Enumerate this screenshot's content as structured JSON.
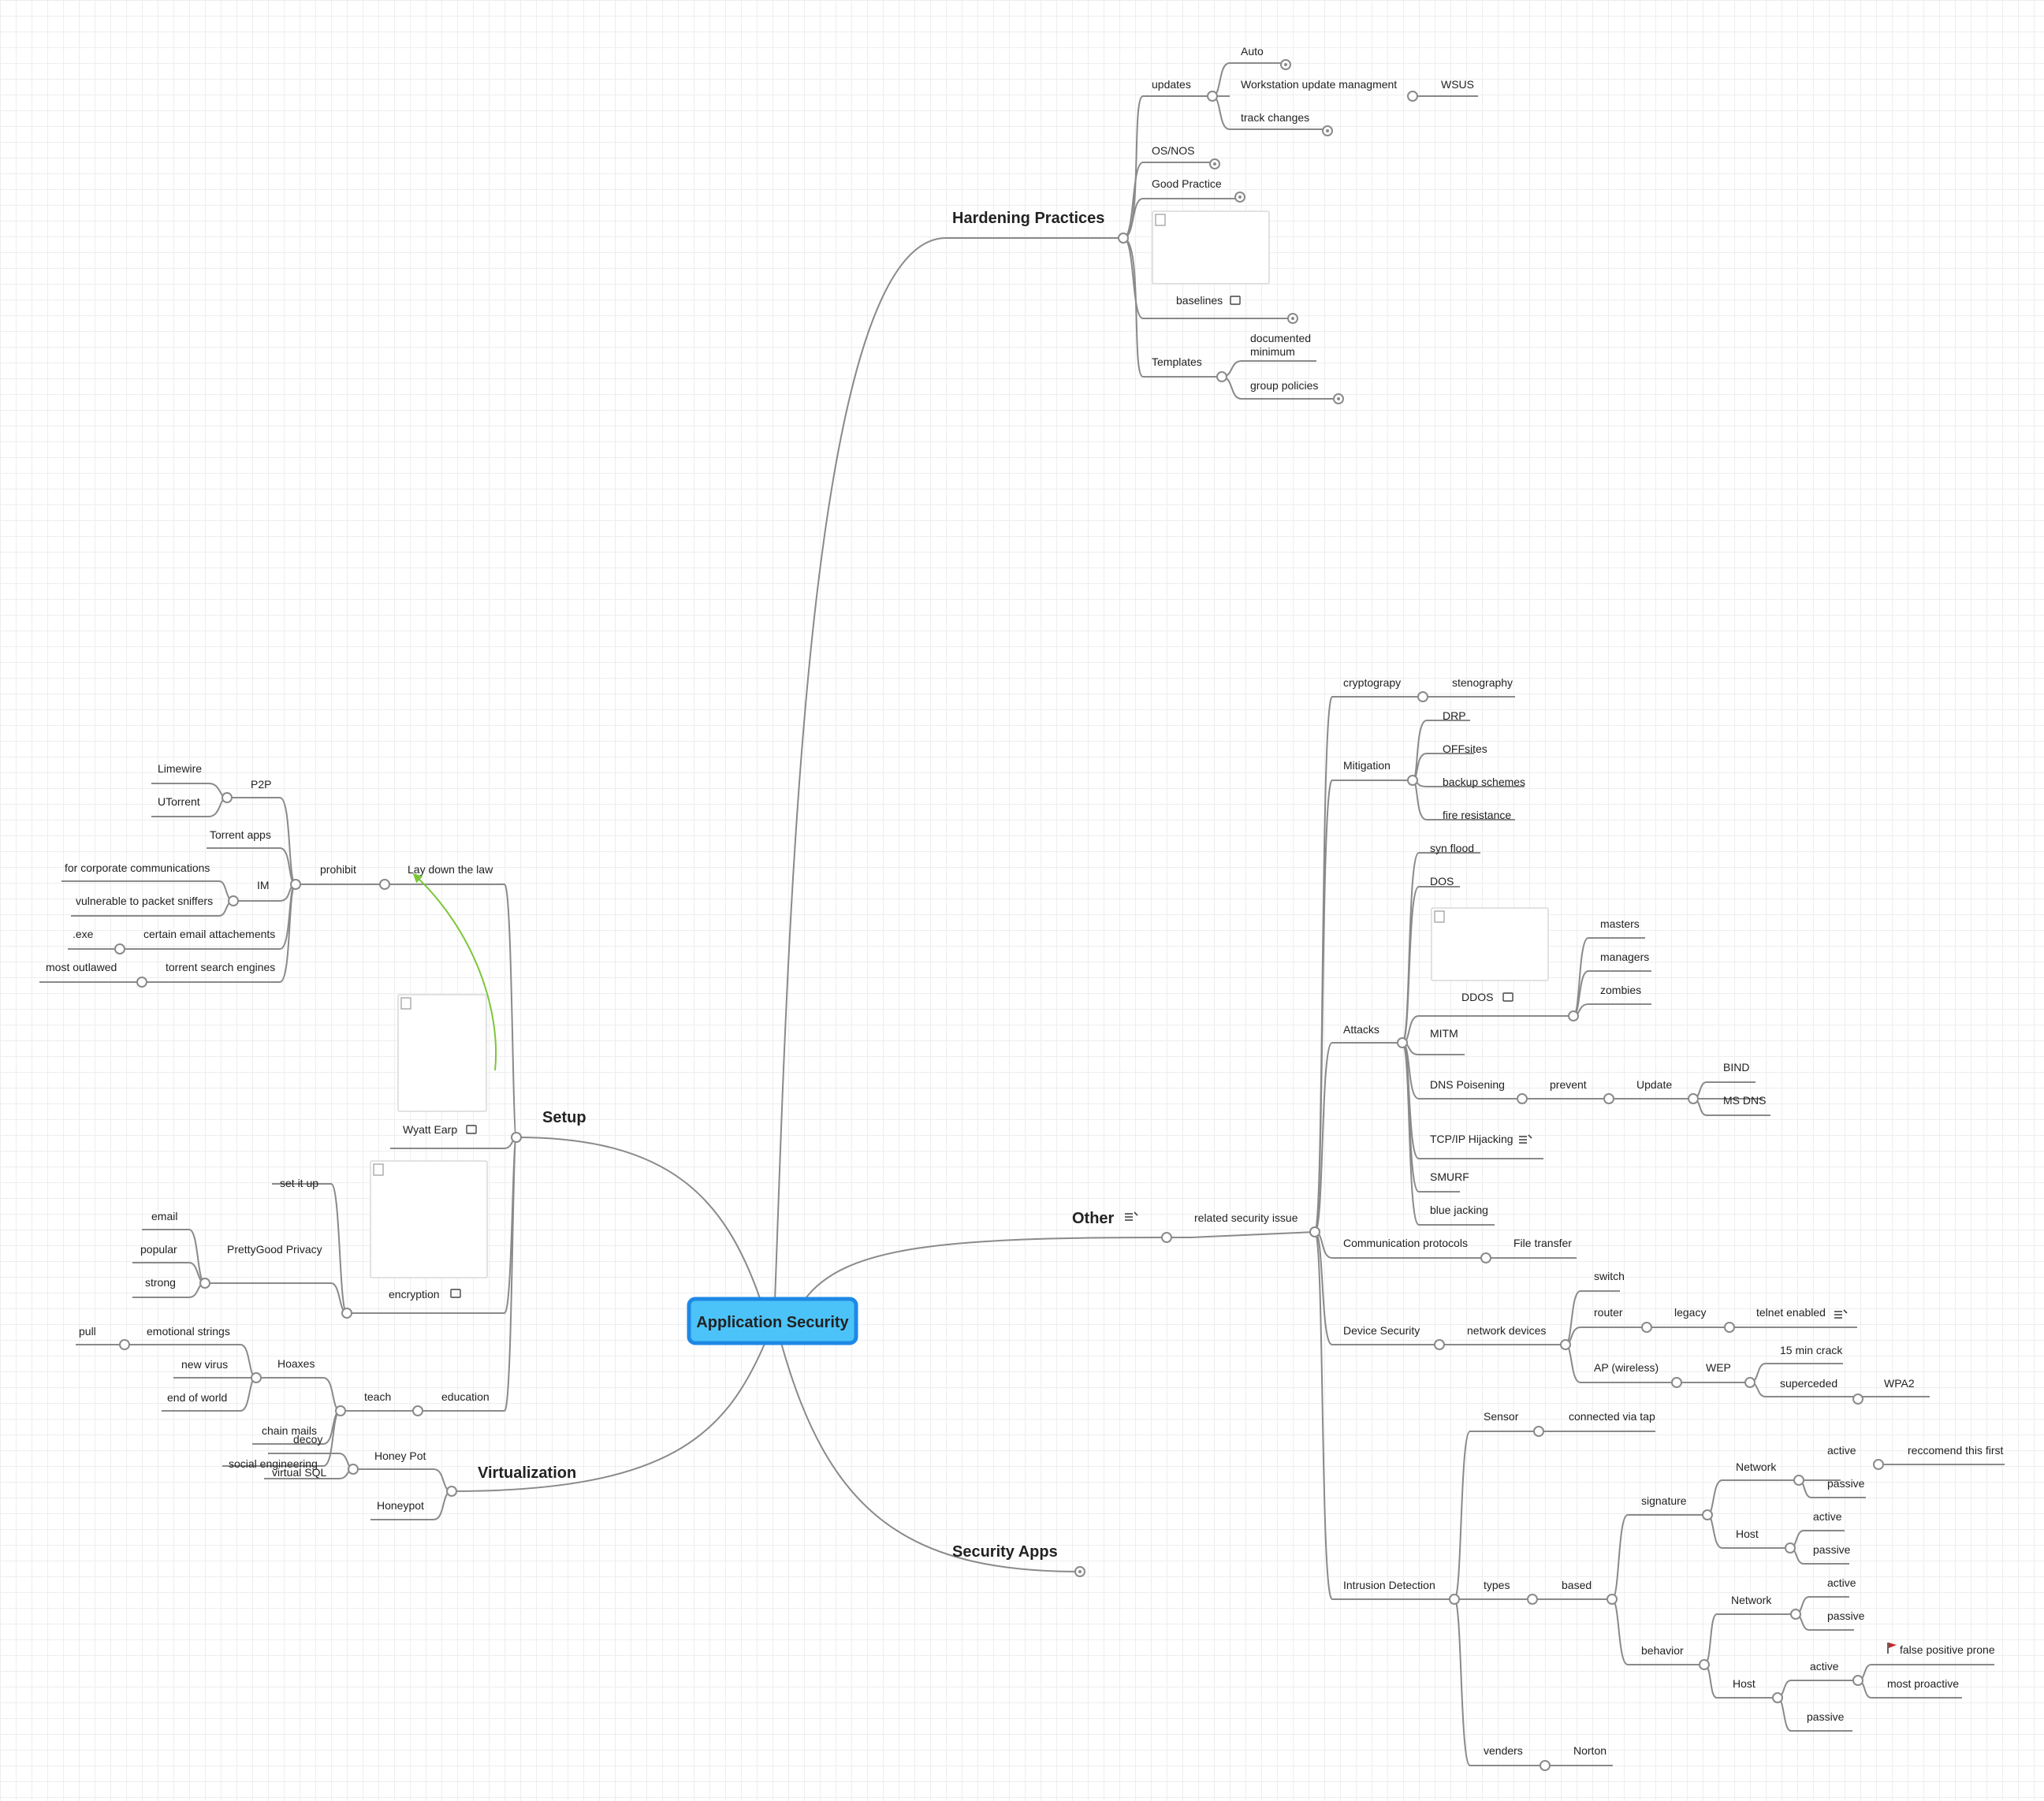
{
  "root": {
    "label": "Application Security"
  },
  "colors": {
    "root_fill": "#4cc3f8",
    "root_border": "#1e88e5",
    "line": "#8a8a8a",
    "link": "#7cc63a"
  },
  "hp": {
    "title": "Hardening Practices",
    "updates": "updates",
    "auto": "Auto",
    "wum": "Workstation update managment",
    "wsus": "WSUS",
    "track": "track changes",
    "os": "OS/NOS",
    "good": "Good Practice",
    "baselines": "baselines",
    "templates": "Templates",
    "doc1": "documented",
    "doc2": "minimum",
    "gp": "group policies"
  },
  "other": {
    "title": "Other",
    "rsi": "related security issue",
    "crypto": "cryptograpy",
    "steno": "stenography",
    "mit": "Mitigation",
    "drp": "DRP",
    "off": "OFFsites",
    "backup": "backup schemes",
    "fire": "fire resistance",
    "attacks": "Attacks",
    "syn": "syn flood",
    "dos": "DOS",
    "ddos": "DDOS",
    "masters": "masters",
    "managers": "managers",
    "zombies": "zombies",
    "mitm": "MITM",
    "dns": "DNS Poisening",
    "prevent": "prevent",
    "update": "Update",
    "bind": "BIND",
    "msdns": "MS DNS",
    "tcp": "TCP/IP Hijacking",
    "smurf": "SMURF",
    "blue": "blue jacking",
    "comm": "Communication protocols",
    "ft": "File transfer",
    "dev": "Device Security",
    "nd": "network devices",
    "switch": "switch",
    "router": "router",
    "legacy": "legacy",
    "telnet": "telnet enabled",
    "ap": "AP (wireless)",
    "wep": "WEP",
    "crack": "15 min crack",
    "superceded": "superceded",
    "wpa2": "WPA2",
    "ids": "Intrusion Detection",
    "sensor": "Sensor",
    "tap": "connected via tap",
    "types": "types",
    "based": "based",
    "signature": "signature",
    "network": "Network",
    "host": "Host",
    "active": "active",
    "passive": "passive",
    "rec": "reccomend this first",
    "behavior": "behavior",
    "fpp": "false positive prone",
    "mp": "most proactive",
    "venders": "venders",
    "norton": "Norton"
  },
  "apps": {
    "title": "Security Apps"
  },
  "setup": {
    "title": "Setup",
    "law": "Lay down the law",
    "prohibit": "prohibit",
    "p2p": "P2P",
    "limewire": "Limewire",
    "utorrent": "UTorrent",
    "torrent": "Torrent apps",
    "im": "IM",
    "corp": "for corporate communications",
    "vuln": "vulnerable to packet sniffers",
    "exe": ".exe",
    "email_att": "certain email attachements",
    "tse": "torrent search engines",
    "outlawed": "most outlawed",
    "wyatt": "Wyatt Earp",
    "enc": "encryption",
    "setitup": "set it up",
    "pgp": "PrettyGood Privacy",
    "email": "email",
    "popular": "popular",
    "strong": "strong",
    "education": "education",
    "teach": "teach",
    "hoaxes": "Hoaxes",
    "emo": "emotional strings",
    "pull": "pull",
    "newvirus": "new virus",
    "eow": "end of world",
    "chain": "chain mails",
    "social": "social engineering"
  },
  "virt": {
    "title": "Virtualization",
    "hp": "Honey Pot",
    "decoy": "decoy",
    "vsql": "virtual SQL",
    "honeypot": "Honeypot"
  }
}
